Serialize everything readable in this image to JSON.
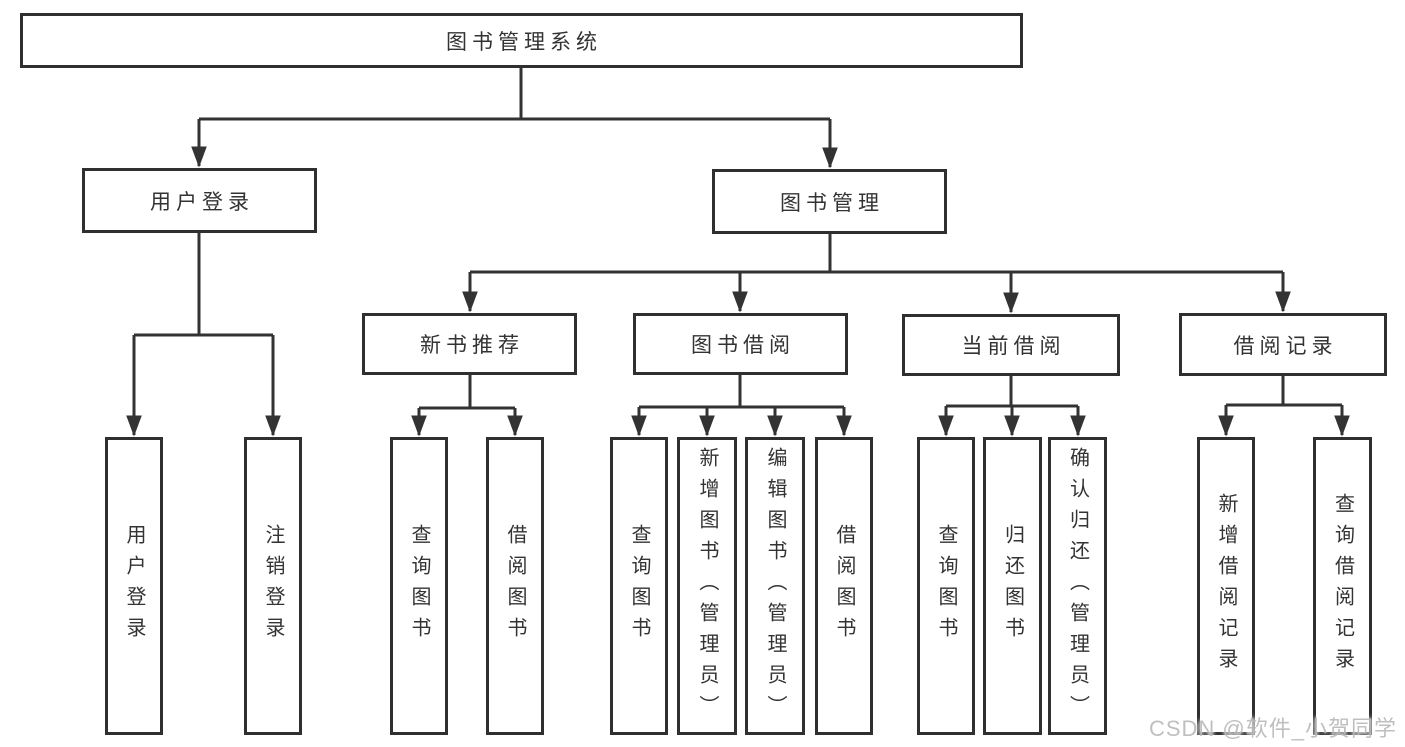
{
  "diagram": {
    "root": "图书管理系统",
    "user_branch": {
      "label": "用户登录",
      "children": [
        "用户登录",
        "注销登录"
      ]
    },
    "mgmt_branch": {
      "label": "图书管理",
      "modules": [
        {
          "label": "新书推荐",
          "children": [
            "查询图书",
            "借阅图书"
          ]
        },
        {
          "label": "图书借阅",
          "children": [
            "查询图书",
            "新增图书（管理员）",
            "编辑图书（管理员）",
            "借阅图书"
          ]
        },
        {
          "label": "当前借阅",
          "children": [
            "查询图书",
            "归还图书",
            "确认归还（管理员）"
          ]
        },
        {
          "label": "借阅记录",
          "children": [
            "新增借阅记录",
            "查询借阅记录"
          ]
        }
      ]
    }
  },
  "watermark": "CSDN @软件_小贺同学",
  "colors": {
    "line": "#333333",
    "border": "#2f2f2f",
    "text": "#333333",
    "background": "#ffffff",
    "watermark": "#bcbcbc"
  }
}
